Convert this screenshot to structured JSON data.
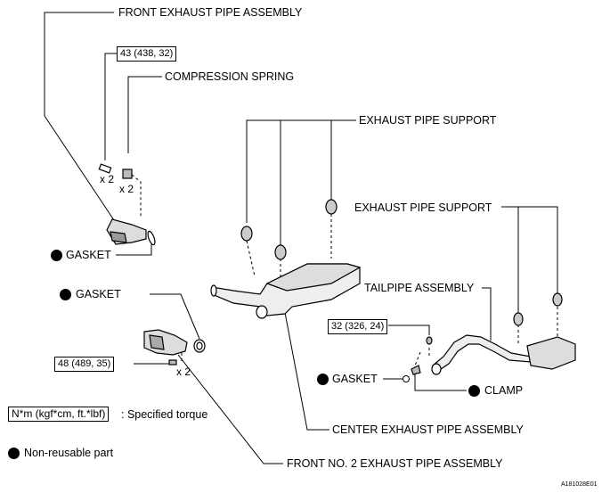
{
  "labels": {
    "front_exhaust_pipe_assembly": "FRONT EXHAUST PIPE ASSEMBLY",
    "compression_spring": "COMPRESSION SPRING",
    "exhaust_pipe_support_1": "EXHAUST PIPE SUPPORT",
    "exhaust_pipe_support_2": "EXHAUST PIPE SUPPORT",
    "tailpipe_assembly": "TAILPIPE ASSEMBLY",
    "gasket_1": "GASKET",
    "gasket_2": "GASKET",
    "gasket_3": "GASKET",
    "clamp": "CLAMP",
    "center_exhaust_pipe_assembly": "CENTER EXHAUST PIPE ASSEMBLY",
    "front_no2_exhaust_pipe_assembly": "FRONT NO. 2 EXHAUST PIPE ASSEMBLY"
  },
  "torques": {
    "t1": "43 (438, 32)",
    "t2": "48 (489, 35)",
    "t3": "32 (326, 24)"
  },
  "multipliers": {
    "m1": "x 2",
    "m2": "x 2",
    "m3": "x 2"
  },
  "legend": {
    "torque_box": "N*m (kgf*cm, ft.*lbf)",
    "torque_text": ": Specified torque",
    "nonreusable_text": "Non-reusable part"
  },
  "figure_id": "A181028E01"
}
